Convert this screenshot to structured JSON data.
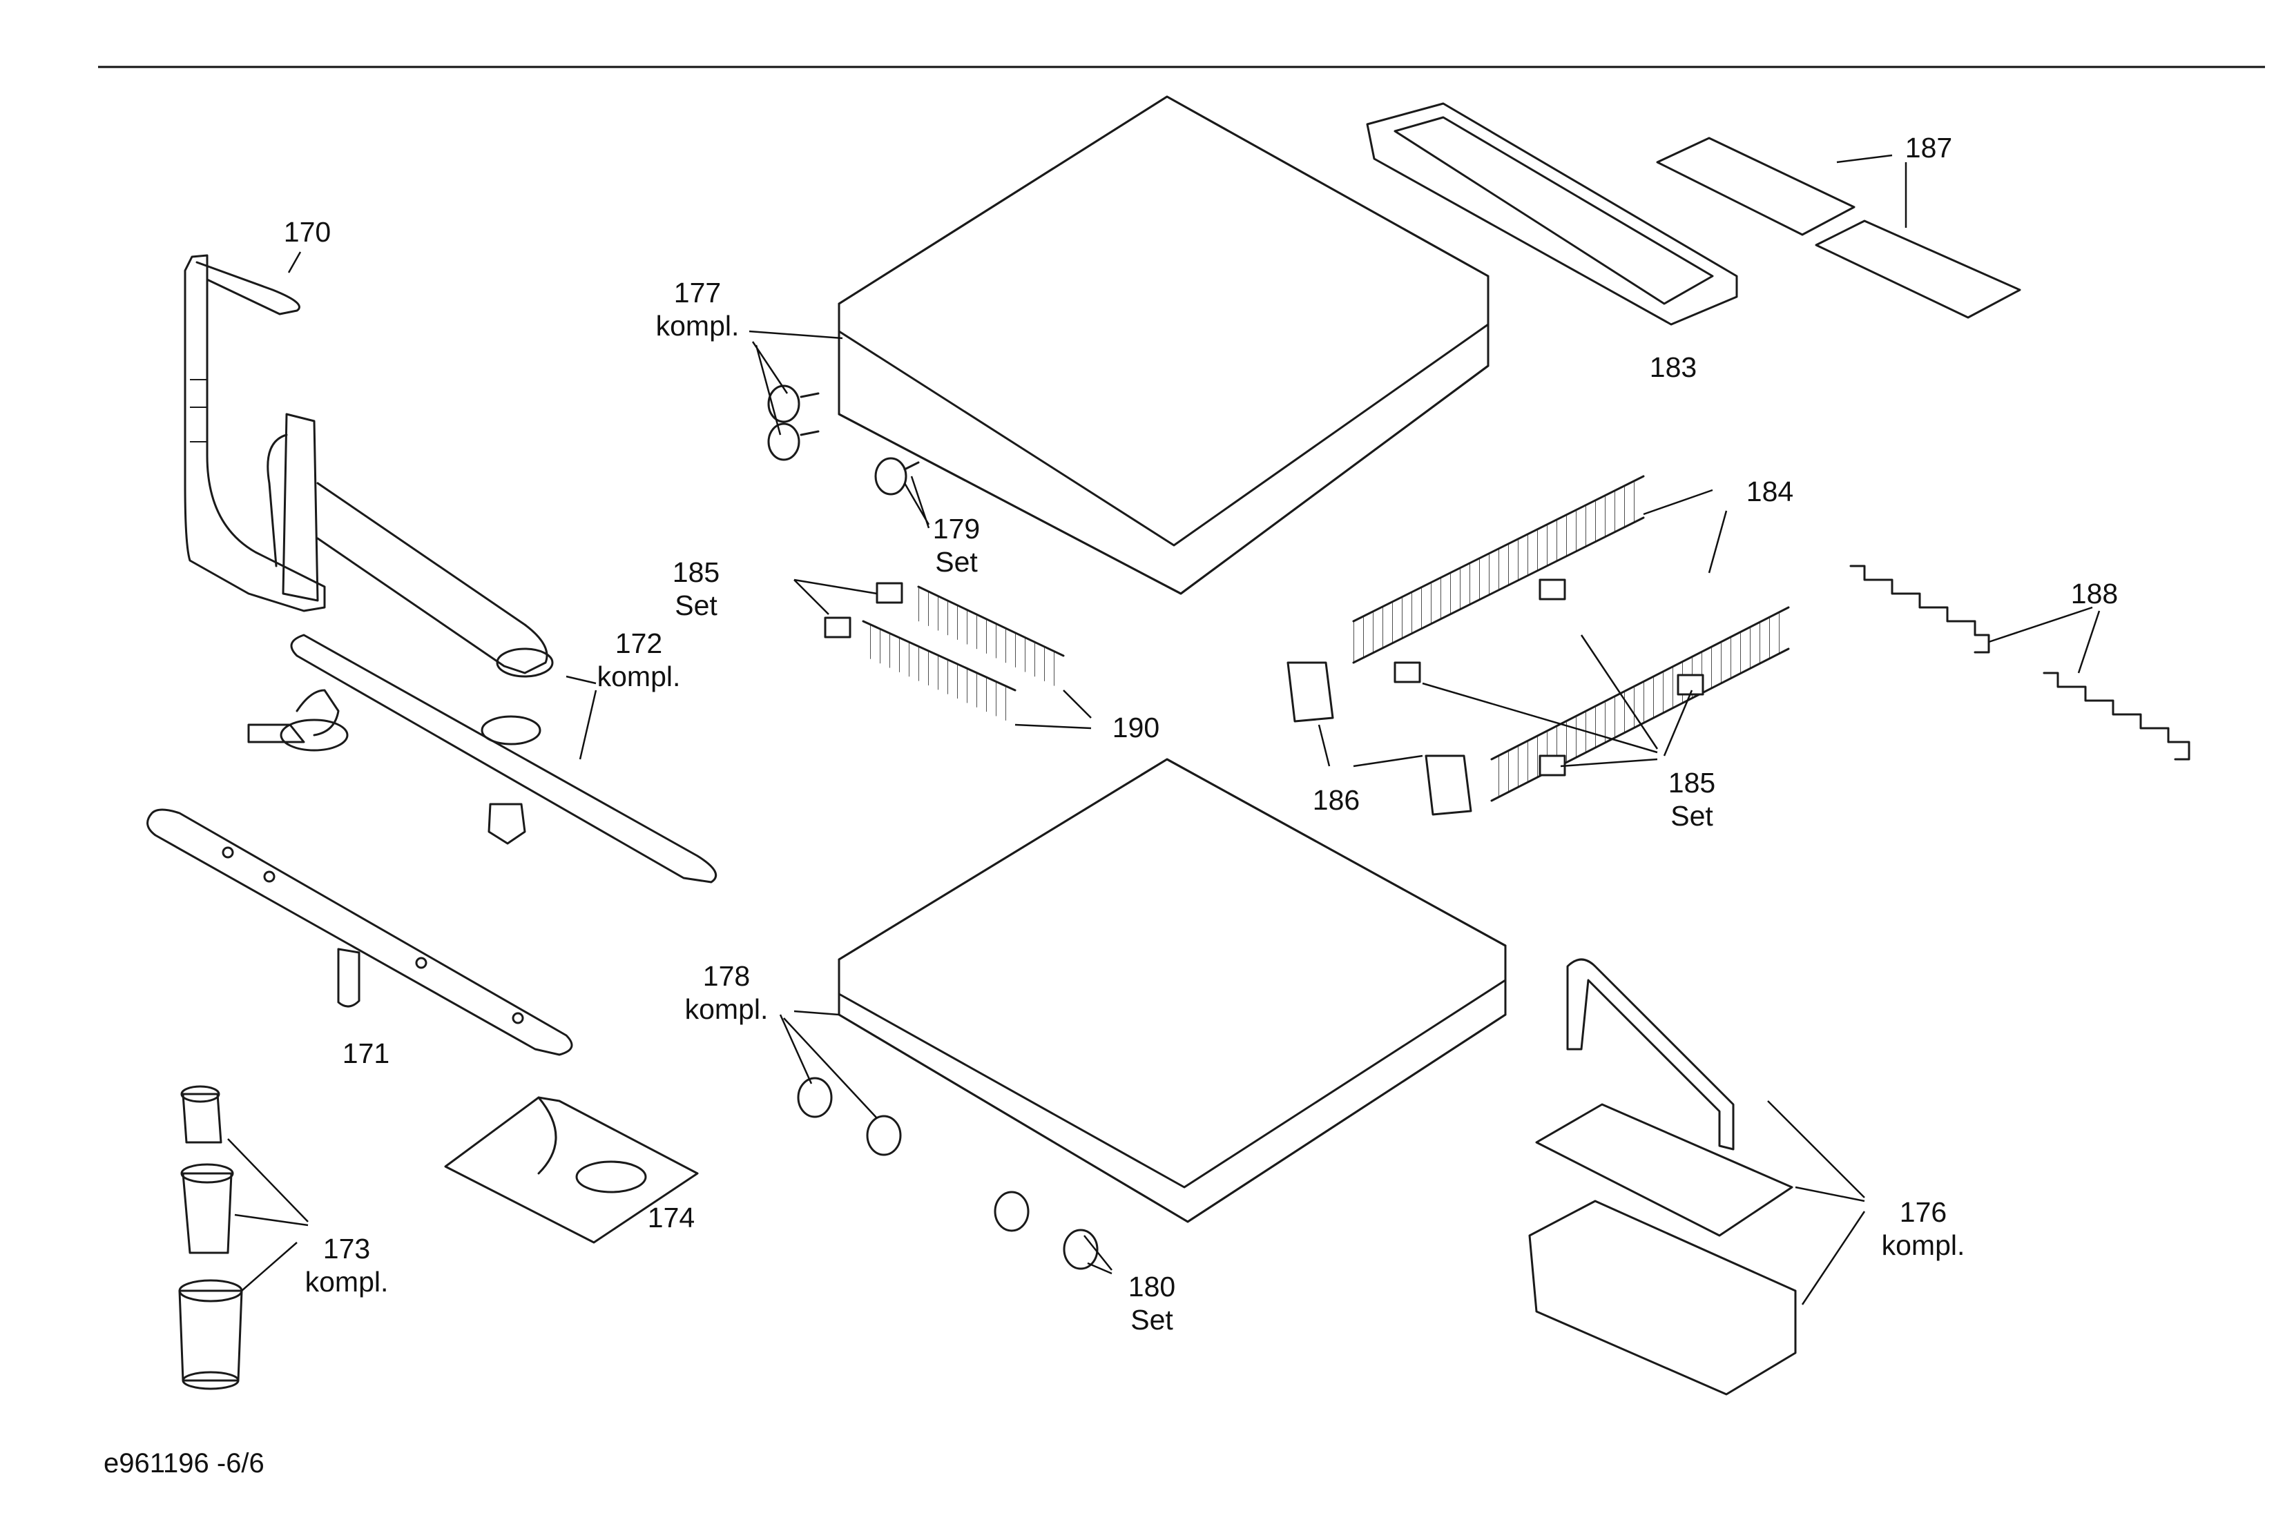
{
  "document_code": "e961196 -6/6",
  "callouts": [
    {
      "id": "170",
      "lines": [
        "170"
      ]
    },
    {
      "id": "172",
      "lines": [
        "172",
        "kompl."
      ]
    },
    {
      "id": "171",
      "lines": [
        "171"
      ]
    },
    {
      "id": "173",
      "lines": [
        "173",
        "kompl."
      ]
    },
    {
      "id": "174",
      "lines": [
        "174"
      ]
    },
    {
      "id": "177",
      "lines": [
        "177",
        "kompl."
      ]
    },
    {
      "id": "179",
      "lines": [
        "179",
        "Set"
      ]
    },
    {
      "id": "185a",
      "lines": [
        "185",
        "Set"
      ]
    },
    {
      "id": "190",
      "lines": [
        "190"
      ]
    },
    {
      "id": "178",
      "lines": [
        "178",
        "kompl."
      ]
    },
    {
      "id": "180",
      "lines": [
        "180",
        "Set"
      ]
    },
    {
      "id": "183",
      "lines": [
        "183"
      ]
    },
    {
      "id": "187",
      "lines": [
        "187"
      ]
    },
    {
      "id": "184",
      "lines": [
        "184"
      ]
    },
    {
      "id": "188",
      "lines": [
        "188"
      ]
    },
    {
      "id": "186",
      "lines": [
        "186"
      ]
    },
    {
      "id": "185b",
      "lines": [
        "185",
        "Set"
      ]
    },
    {
      "id": "176",
      "lines": [
        "176",
        "kompl."
      ]
    }
  ]
}
